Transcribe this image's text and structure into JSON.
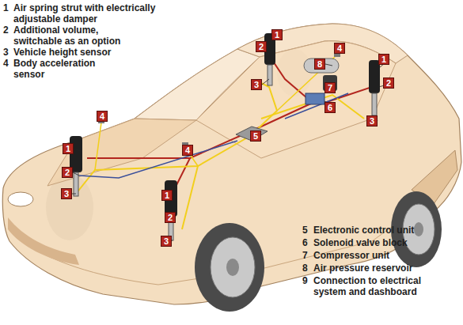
{
  "diagram": {
    "nodes": [
      {
        "text": [
          "1"
        ]
      },
      {
        "text": [
          "2"
        ]
      },
      {
        "text": [
          "4"
        ]
      },
      {
        "text": [
          "1"
        ]
      },
      {
        "text": [
          "8"
        ]
      },
      {
        "text": [
          "2"
        ]
      },
      {
        "text": [
          "3"
        ]
      },
      {
        "text": [
          "7"
        ]
      },
      {
        "text": [
          "6"
        ]
      },
      {
        "text": [
          "4"
        ]
      },
      {
        "text": [
          "3"
        ]
      },
      {
        "text": [
          "5"
        ]
      },
      {
        "text": [
          "1"
        ]
      },
      {
        "text": [
          "4"
        ]
      },
      {
        "text": [
          "2"
        ]
      },
      {
        "text": [
          "3"
        ]
      },
      {
        "text": [
          "1"
        ]
      },
      {
        "text": [
          "2"
        ]
      },
      {
        "text": [
          "3"
        ]
      }
    ],
    "labels": [
      "1",
      "Air spring strut with electrically adjustable damper",
      "2",
      "Additional volume, switchable as an option",
      "3",
      "Vehicle height sensor",
      "4",
      "Body acceleration sensor",
      "5",
      "Electronic control unit",
      "6",
      "Solenoid valve block",
      "7",
      "Compressor unit",
      "8",
      "Air pressure reservoir",
      "9",
      "Connection to electrical system and dashboard"
    ]
  }
}
